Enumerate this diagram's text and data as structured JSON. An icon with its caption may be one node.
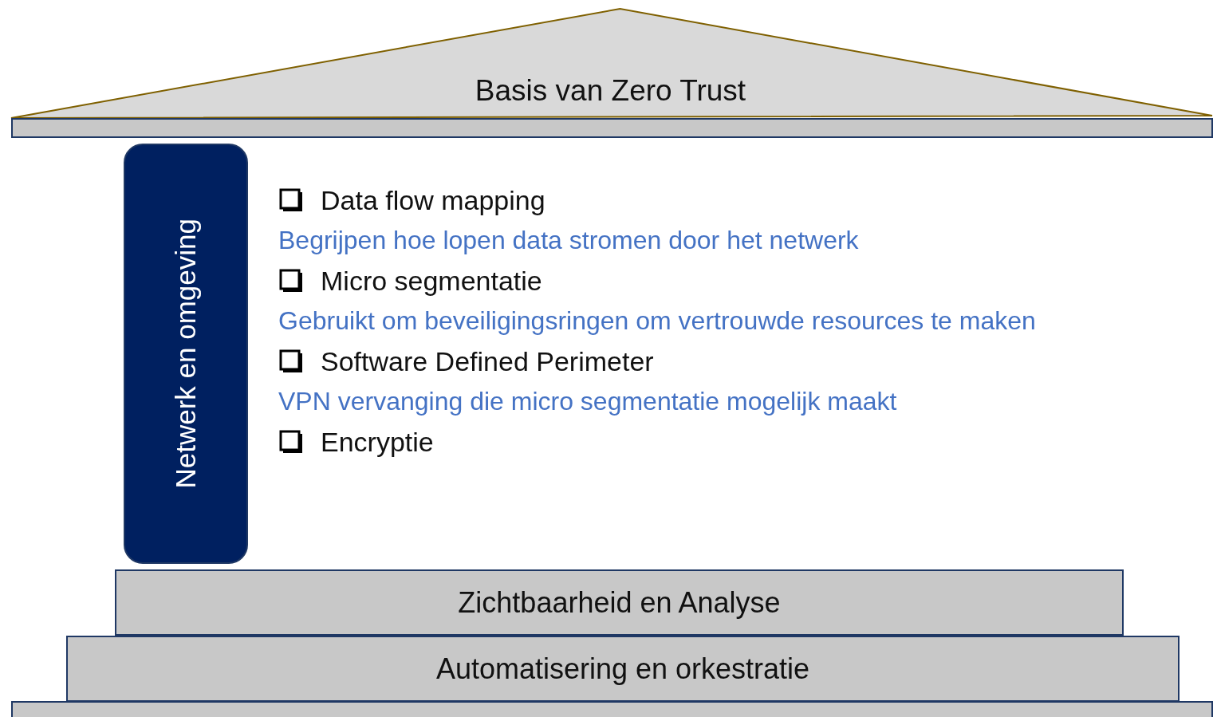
{
  "diagram": {
    "nodes": [
      {
        "text": [
          "Basis van Zero Trust"
        ]
      },
      {
        "text": [],
        "shape": "box"
      },
      {
        "text": [
          "Netwerk en omgeving"
        ]
      },
      {
        "text": [
          "Zichtbaarheid en Analyse"
        ]
      },
      {
        "text": [
          "Automatisering en orkestratie"
        ]
      },
      {
        "text": [],
        "shape": "box"
      }
    ],
    "edges": [],
    "labels": [
      "Data flow mapping",
      "Begrijpen hoe lopen data stromen door het netwerk",
      "Micro segmentatie",
      "Gebruikt om beveiligingsringen om vertrouwde resources te maken",
      "Software Defined Perimeter",
      "VPN vervanging die micro segmentatie mogelijk maakt",
      "Encryptie"
    ]
  }
}
